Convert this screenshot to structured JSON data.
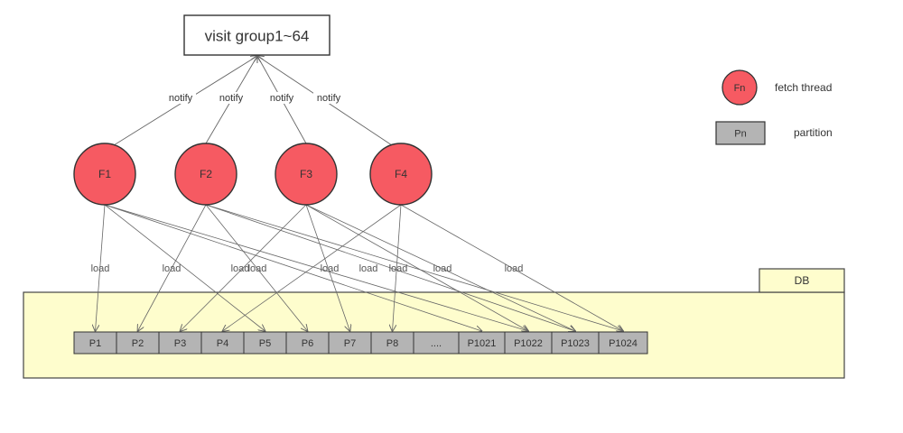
{
  "title": "visit group1~64",
  "notify_label": "notify",
  "load_label": "load",
  "fetch_threads": [
    "F1",
    "F2",
    "F3",
    "F4"
  ],
  "partitions": [
    "P1",
    "P2",
    "P3",
    "P4",
    "P5",
    "P6",
    "P7",
    "P8",
    "....",
    "P1021",
    "P1022",
    "P1023",
    "P1024"
  ],
  "db_label": "DB",
  "legend": {
    "fetch_symbol": "Fn",
    "fetch_text": "fetch thread",
    "partition_symbol": "Pn",
    "partition_text": "partition"
  },
  "colors": {
    "fetch_fill": "#f65a62",
    "partition_fill": "#b4b4b4",
    "db_fill": "#fefdcd",
    "edge": "#666666"
  },
  "load_edges": [
    [
      "F1",
      "P1"
    ],
    [
      "F1",
      "P5"
    ],
    [
      "F1",
      "P1021"
    ],
    [
      "F1",
      "P1022"
    ],
    [
      "F2",
      "P2"
    ],
    [
      "F2",
      "P6"
    ],
    [
      "F2",
      "P1023"
    ],
    [
      "F2",
      "P1024"
    ],
    [
      "F3",
      "P3"
    ],
    [
      "F3",
      "P7"
    ],
    [
      "F3",
      "P1022"
    ],
    [
      "F3",
      "P1023"
    ],
    [
      "F4",
      "P4"
    ],
    [
      "F4",
      "P8"
    ],
    [
      "F4",
      "P1024"
    ]
  ]
}
